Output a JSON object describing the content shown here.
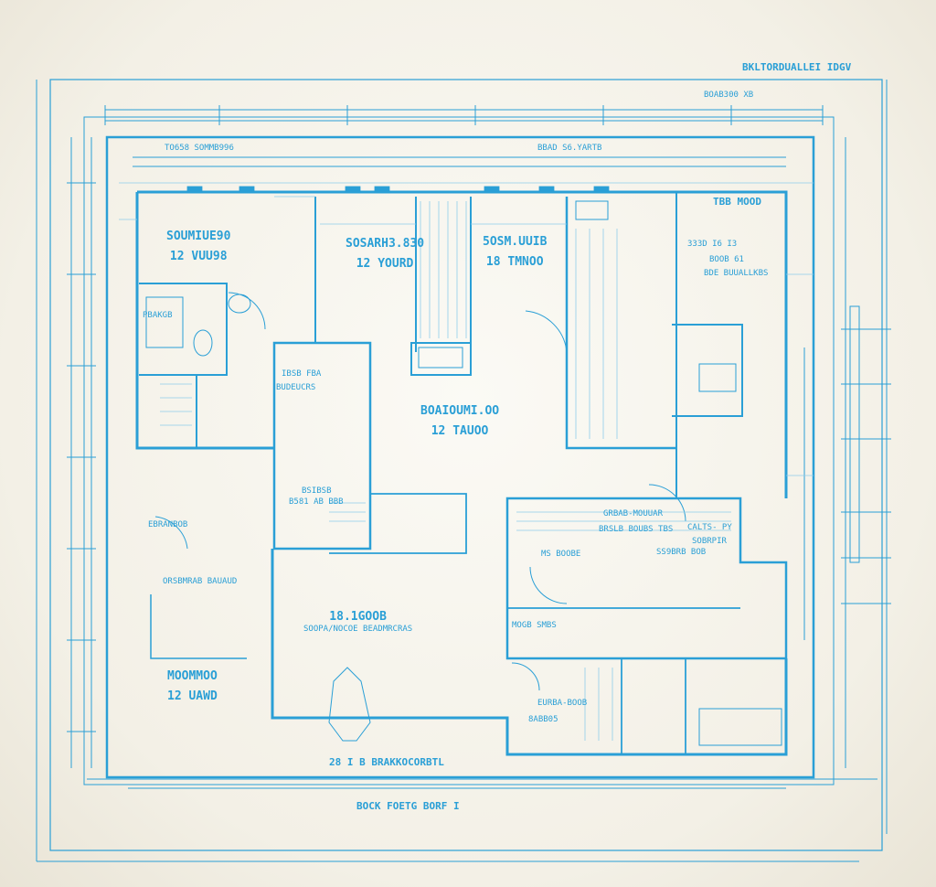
{
  "colors": {
    "ink": "#2a9fd6",
    "ink_light": "#8fcdea",
    "paper": "#f7f5ee"
  },
  "title_block": {
    "top_right": "BKLTORDUALLEI  IDGV",
    "code_top": "BOAB300 XB",
    "bottom_caption": "BOCK FOETG BORF I",
    "scale_note": "28 I B BRAKKOCORBTL"
  },
  "room_labels": [
    {
      "line1": "SOUMIUE90",
      "line2": "12 VUU98"
    },
    {
      "line1": "SOSARH3.830",
      "line2": "12 YOURD"
    },
    {
      "line1": "5OSM.UUIB",
      "line2": "18 TMNOO"
    },
    {
      "line1": "BOAIOUMI.OO",
      "line2": "12 TAUOO"
    },
    {
      "line1": "MOOMMOO",
      "line2": "12 UAWD"
    },
    {
      "line1": "18.1GOOB",
      "line2": "SOOPA/NOCOE  BEADMRCRAS"
    }
  ],
  "annotations": {
    "top_dim_1": "TO658 SOMMB996",
    "top_dim_2": "BBAD S6.YARTB",
    "side_right_1": "TBB MOOD",
    "side_right_2": "333D I6 I3",
    "side_right_3": "BOOB 61",
    "side_right_4": "BDE BUUALLKBS",
    "bath_1": "PBAKGB",
    "mid_room_1": "IBSB FBA",
    "mid_room_2": "BUDEUCRS",
    "kitchen_1": "GRBAB-MOUUAR",
    "kitchen_2": "BRSLB BOUBS TBS",
    "kitchen_3": "MS BOOBE",
    "kitchen_4": "SS9BRB BOB",
    "kitchen_5": "CALTS- PY",
    "kitchen_6": "SOBRPIR",
    "lower_left_1": "EBRANBOB",
    "lower_left_2": "ORSBMRAB BAUAUD",
    "stair_1": "BSIBSB",
    "stair_2": "B581 AB BBB",
    "note_1": "MOGB SMBS",
    "note_2": "EURBA-BOOB",
    "note_3": "8ABB05"
  }
}
